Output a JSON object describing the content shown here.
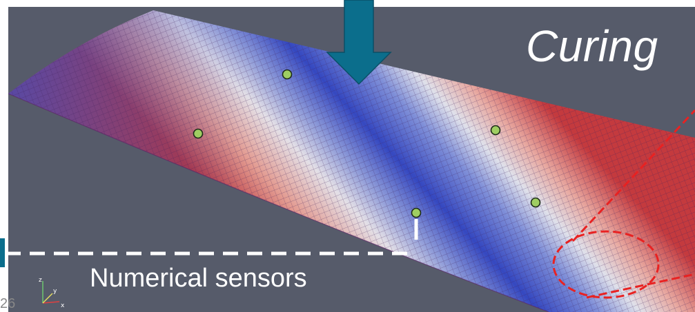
{
  "title": "Curing",
  "sensors_label": "Numerical sensors",
  "page_number": "26",
  "axes": {
    "x": "x",
    "y": "y",
    "z": "z"
  },
  "colors": {
    "background": "#565b6a",
    "surface_high": "#c43a3e",
    "surface_low": "#3b4fc4",
    "surface_mid": "#e6e4ea",
    "arrow": "#0b6e8c",
    "sensor_fill": "#9fce62",
    "dashed_callout": "#e82222",
    "dashed_leader": "#ffffff"
  },
  "sensors": [
    {
      "id": "sensor-1"
    },
    {
      "id": "sensor-2"
    },
    {
      "id": "sensor-3"
    },
    {
      "id": "sensor-4"
    },
    {
      "id": "sensor-5"
    }
  ]
}
